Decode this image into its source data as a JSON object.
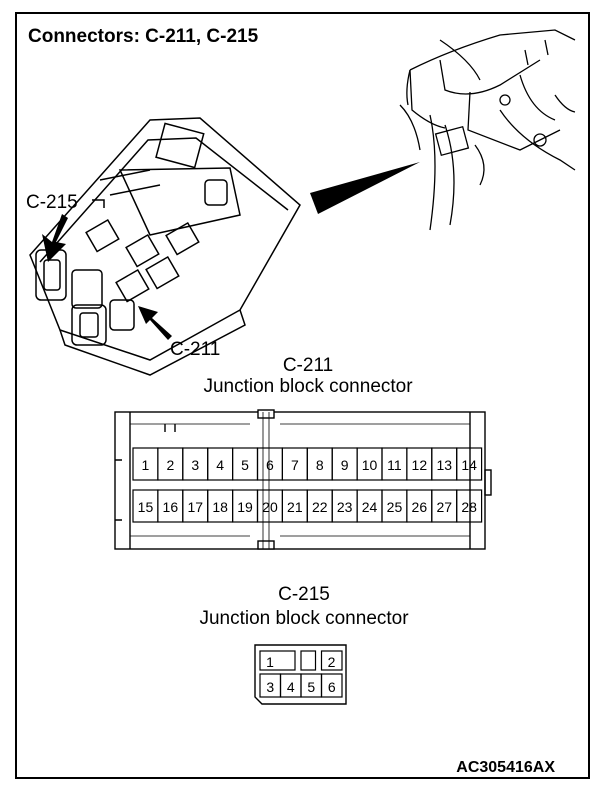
{
  "title": "Connectors: C-211, C-215",
  "callouts": {
    "c215": "C-215",
    "c211": "C-211"
  },
  "c211": {
    "name": "C-211",
    "description": "Junction block connector",
    "top_row": [
      "1",
      "2",
      "3",
      "4",
      "5",
      "6",
      "7",
      "8",
      "9",
      "10",
      "11",
      "12",
      "13",
      "14"
    ],
    "bottom_row": [
      "15",
      "16",
      "17",
      "18",
      "19",
      "20",
      "21",
      "22",
      "23",
      "24",
      "25",
      "26",
      "27",
      "28"
    ]
  },
  "c215": {
    "name": "C-215",
    "description": "Junction block connector",
    "top_row": [
      "1",
      "",
      "2"
    ],
    "bottom_row": [
      "3",
      "4",
      "5",
      "6"
    ]
  },
  "figure_code": "AC305416AX"
}
